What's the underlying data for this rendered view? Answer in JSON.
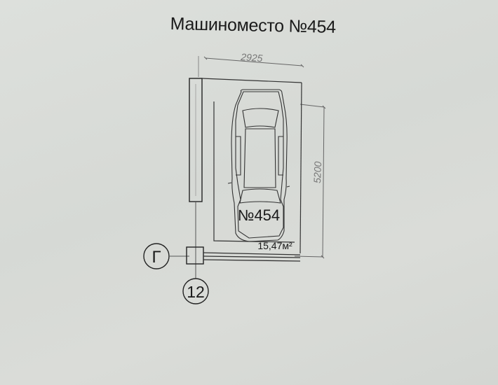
{
  "title": "Машиноместо №454",
  "plan": {
    "space_label": "№454",
    "area": "15,47м²",
    "dimensions": {
      "width": "2925",
      "length": "5200"
    },
    "axes": {
      "letter": "Г",
      "number": "12"
    }
  },
  "colors": {
    "paper": "#d9dcd8",
    "ink": "#1a1a1a",
    "dimension_ink": "#777777"
  }
}
